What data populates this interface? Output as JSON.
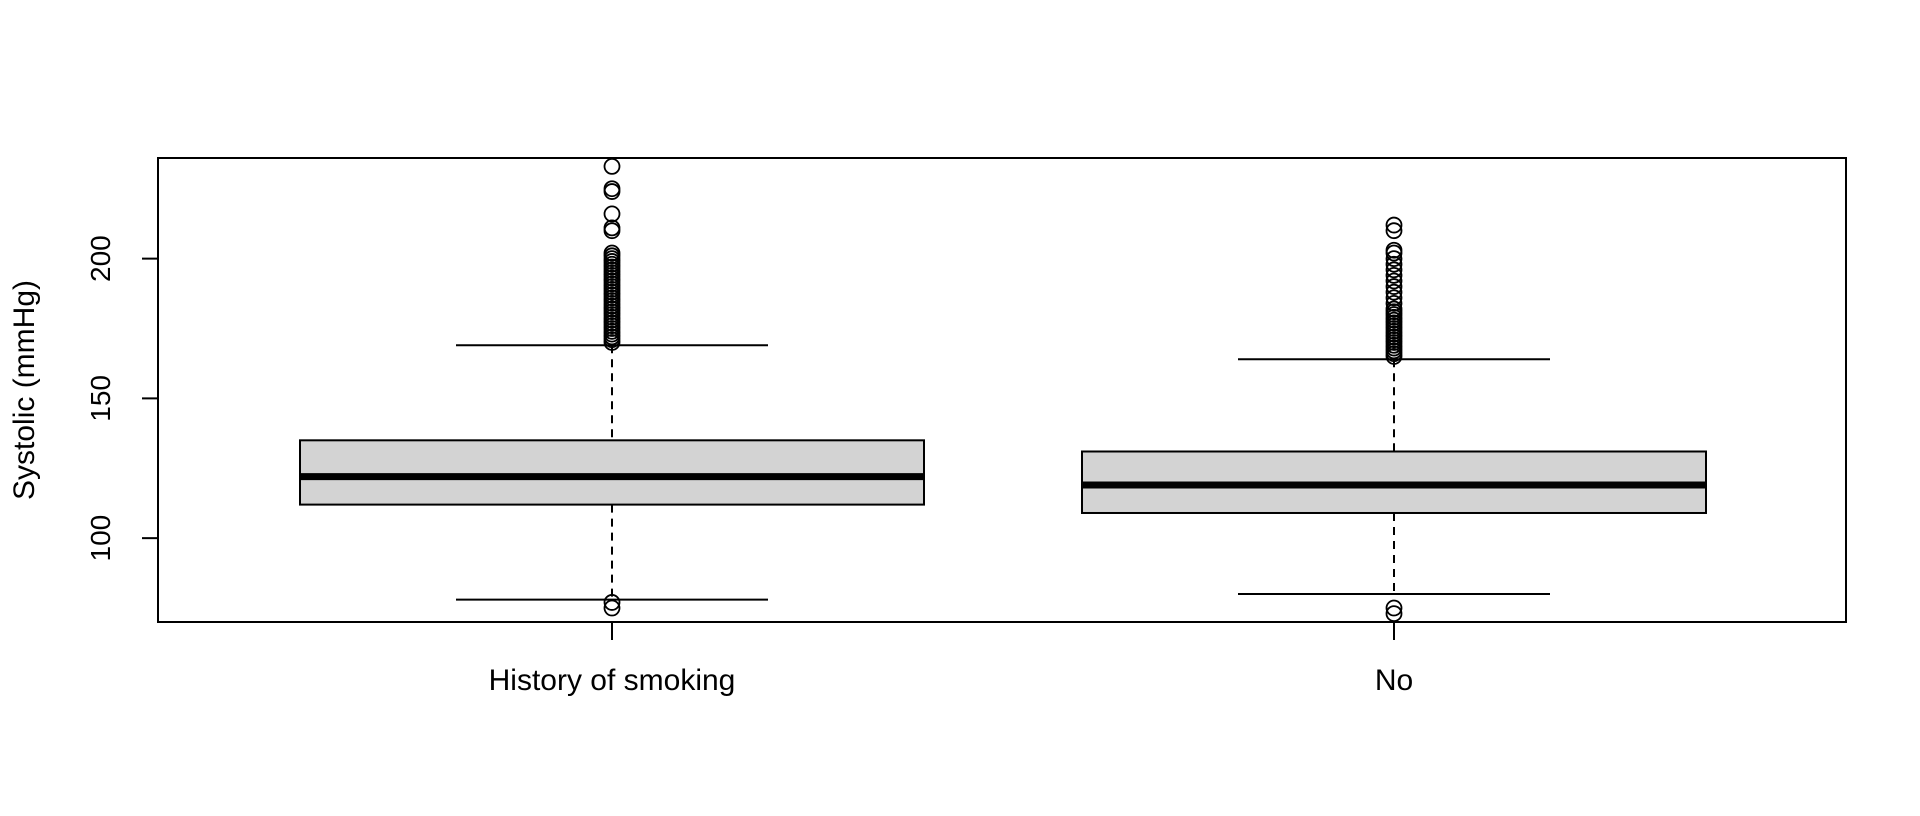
{
  "chart_data": {
    "type": "boxplot",
    "title": "",
    "xlabel": "",
    "ylabel": "Systolic (mmHg)",
    "ylim": [
      70,
      236
    ],
    "yticks": [
      100,
      150,
      200
    ],
    "categories": [
      "History of smoking",
      "No"
    ],
    "boxes": [
      {
        "name": "History of smoking",
        "whisker_low": 78,
        "q1": 112,
        "median": 122,
        "q3": 135,
        "whisker_high": 169,
        "outliers": [
          75,
          77,
          170,
          171,
          172,
          173,
          174,
          175,
          176,
          177,
          178,
          179,
          180,
          181,
          182,
          183,
          184,
          185,
          186,
          187,
          188,
          189,
          190,
          191,
          192,
          193,
          194,
          195,
          196,
          197,
          198,
          199,
          200,
          201,
          202,
          210,
          211,
          216,
          224,
          225,
          233
        ]
      },
      {
        "name": "No",
        "whisker_low": 80,
        "q1": 109,
        "median": 119,
        "q3": 131,
        "whisker_high": 164,
        "outliers": [
          73,
          75,
          165,
          166,
          167,
          168,
          169,
          170,
          171,
          172,
          173,
          174,
          175,
          176,
          177,
          178,
          179,
          180,
          181,
          182,
          184,
          186,
          188,
          190,
          192,
          194,
          196,
          198,
          200,
          202,
          203,
          210,
          212
        ]
      }
    ]
  }
}
